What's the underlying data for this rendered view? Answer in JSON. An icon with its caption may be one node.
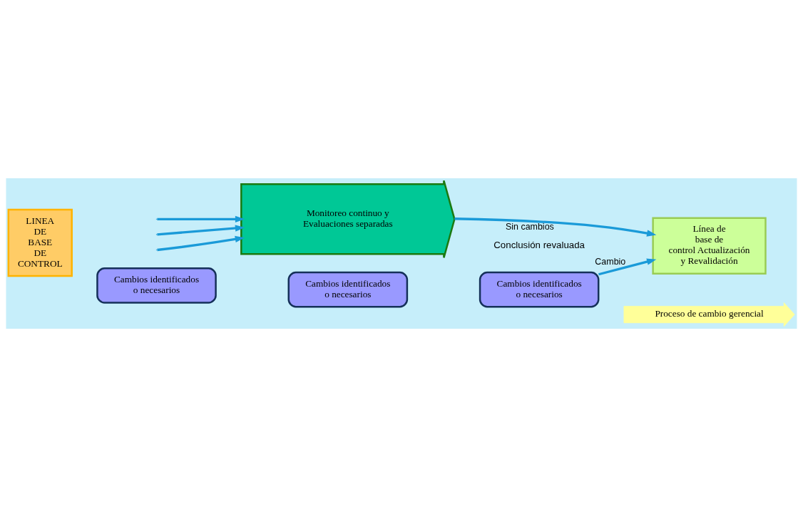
{
  "diagram": {
    "nodes": [
      {
        "text": [
          "LINEA DE BASE DE CONTROL"
        ]
      },
      {
        "text": [
          "Monitoreo continuo y Evaluaciones separadas"
        ]
      },
      {
        "text": [
          "Cambios identificados o necesarios"
        ]
      },
      {
        "text": [
          "Cambios identificados o necesarios"
        ]
      },
      {
        "text": [
          "Cambios identificados o necesarios"
        ]
      },
      {
        "text": [
          "Proceso de cambio gerencial"
        ]
      },
      {
        "text": [
          "Línea de base de control Actualización y Revalidación"
        ]
      }
    ],
    "edges": [
      {
        "from": null,
        "to": 1,
        "arrow": "to"
      },
      {
        "from": null,
        "to": 1,
        "arrow": "to"
      },
      {
        "from": null,
        "to": 1,
        "arrow": "to"
      },
      {
        "from": 1,
        "to": 6,
        "label": "Sin cambios",
        "arrow": "to"
      },
      {
        "from": 4,
        "to": 6,
        "label": "Cambio",
        "arrow": "to"
      }
    ],
    "labels": [
      "Conclusión revaluada"
    ]
  }
}
